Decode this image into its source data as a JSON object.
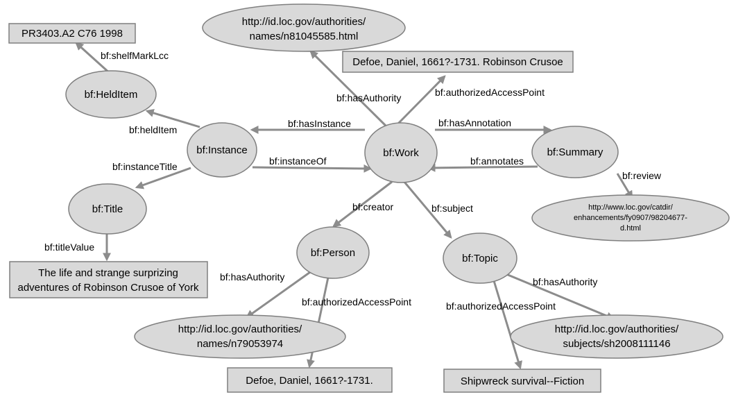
{
  "nodes": {
    "work": "bf:Work",
    "instance": "bf:Instance",
    "helditem": "bf:HeldItem",
    "shelfmark": "PR3403.A2 C76 1998",
    "title_node": "bf:Title",
    "title_value": [
      "The life and strange surprizing",
      "adventures of Robinson Crusoe of York"
    ],
    "work_authority": [
      "http://id.loc.gov/authorities/",
      "names/n81045585.html"
    ],
    "work_access_point": "Defoe, Daniel, 1661?-1731. Robinson Crusoe",
    "summary": "bf:Summary",
    "review_url": [
      "http://www.loc.gov/catdir/",
      "enhancements/fy0907/98204677-",
      "d.html"
    ],
    "person": "bf:Person",
    "person_authority": [
      "http://id.loc.gov/authorities/",
      "names/n79053974"
    ],
    "person_access_point": "Defoe, Daniel, 1661?-1731.",
    "topic": "bf:Topic",
    "topic_authority": [
      "http://id.loc.gov/authorities/",
      "subjects/sh2008111146"
    ],
    "topic_access_point": "Shipwreck survival--Fiction"
  },
  "edges": {
    "shelfmark": "bf:shelfMarkLcc",
    "helditem": "bf:heldItem",
    "instancetitle": "bf:instanceTitle",
    "titlevalue": "bf:titleValue",
    "hasinstance": "bf:hasInstance",
    "instanceof": "bf:instanceOf",
    "work_hasauthority": "bf:hasAuthority",
    "work_accesspoint": "bf:authorizedAccessPoint",
    "hasannotation": "bf:hasAnnotation",
    "annotates": "bf:annotates",
    "review": "bf:review",
    "creator": "bf:creator",
    "subject": "bf:subject",
    "person_hasauthority": "bf:hasAuthority",
    "person_accesspoint": "bf:authorizedAccessPoint",
    "topic_hasauthority": "bf:hasAuthority",
    "topic_accesspoint": "bf:authorizedAccessPoint"
  }
}
